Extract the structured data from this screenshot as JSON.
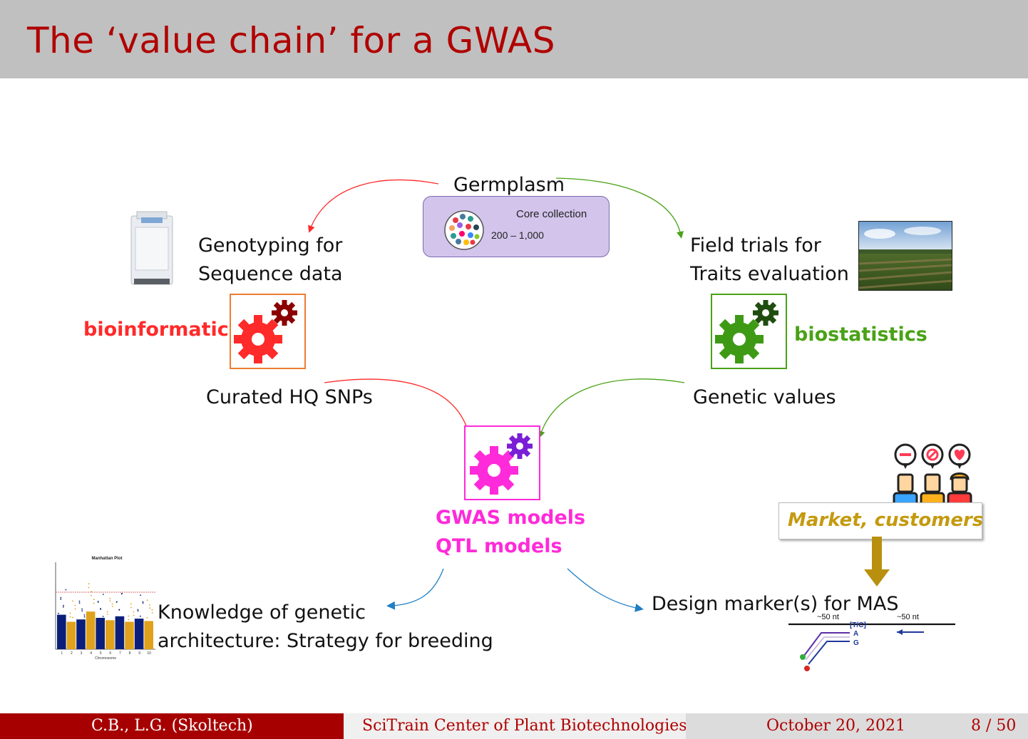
{
  "slide": {
    "title": "The ‘value chain’ for a GWAS"
  },
  "diagram": {
    "germplasm": {
      "label": "Germplasm",
      "box_title": "Core collection",
      "box_range": "200 – 1,000"
    },
    "genotyping": {
      "line1": "Genotyping for",
      "line2": "Sequence data"
    },
    "field_trials": {
      "line1": "Field trials for",
      "line2": "Traits evaluation"
    },
    "bioinformatics_label": "bioinformatics",
    "biostatistics_label": "biostatistics",
    "curated_snps": "Curated HQ SNPs",
    "genetic_values": "Genetic values",
    "models": {
      "line1": "GWAS models",
      "line2": "QTL models"
    },
    "knowledge": {
      "line1": "Knowledge of genetic",
      "line2": "architecture: Strategy for breeding"
    },
    "design_marker": "Design marker(s) for MAS",
    "market": "Market, customers",
    "manhattan": {
      "title": "Manhattan Plot",
      "xlabel": "Chromosome",
      "chromosomes": [
        "1",
        "2",
        "3",
        "4",
        "5",
        "6",
        "7",
        "8",
        "9",
        "10"
      ]
    },
    "marker_figure": {
      "left_flank": "~50 nt",
      "right_flank": "~50 nt",
      "snp": "[T/C]",
      "allele_a": "A",
      "allele_g": "G"
    },
    "colors": {
      "title_red": "#b00000",
      "bio_red": "#ff2a2a",
      "bio_green": "#4aa216",
      "gwas_magenta": "#ff2ad9",
      "market_gold": "#c49a0f",
      "arrow_blue": "#1f7fc4"
    }
  },
  "footer": {
    "authors": "C.B., L.G.  (Skoltech)",
    "center": "SciTrain Center of Plant Biotechnologies",
    "date": "October 20, 2021",
    "page": "8 / 50"
  }
}
